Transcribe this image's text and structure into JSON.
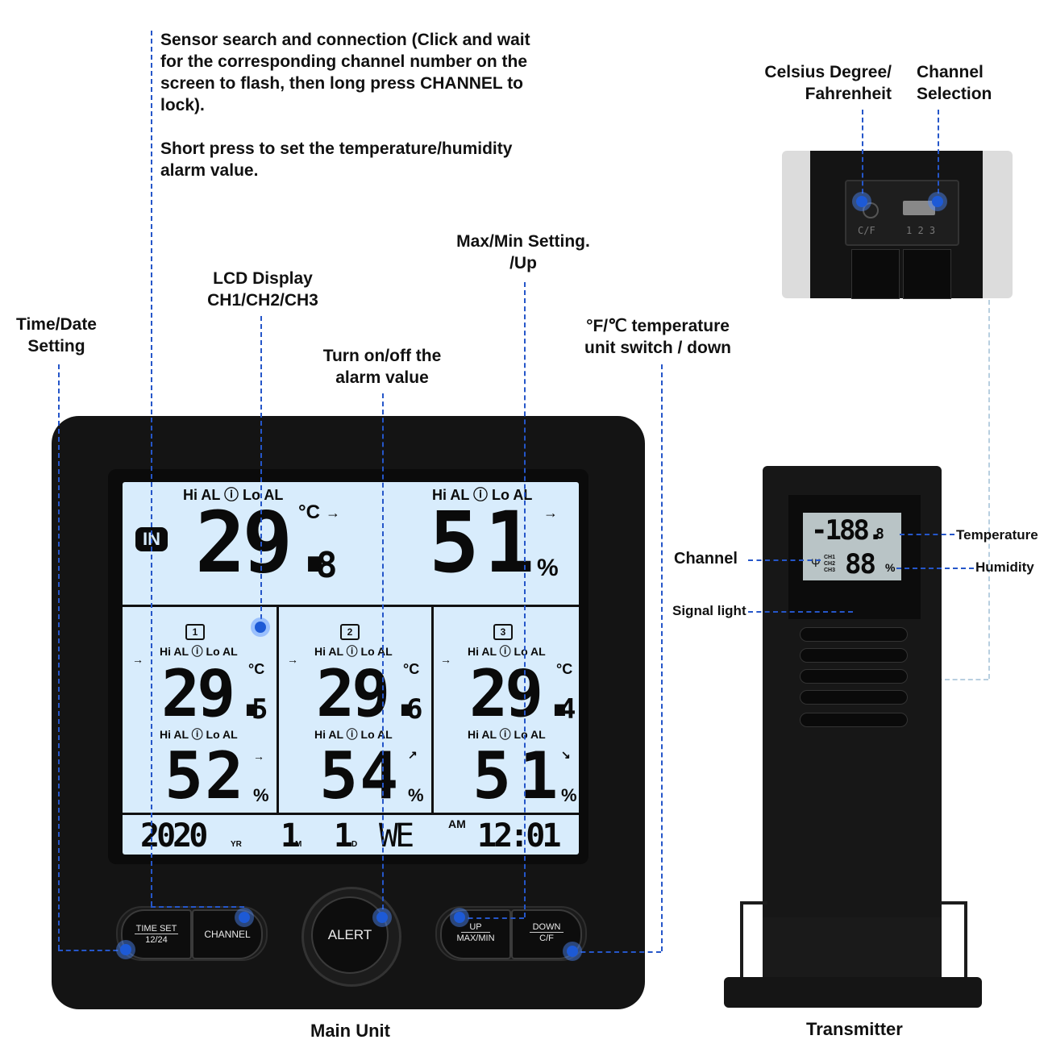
{
  "callouts": {
    "sensor_search_1": "Sensor search and connection (Click and wait",
    "sensor_search_2": "for the corresponding channel number on the",
    "sensor_search_3": "screen to flash, then long press CHANNEL to",
    "sensor_search_4": "lock).",
    "short_press_1": "Short press to set the temperature/humidity",
    "short_press_2": "alarm value.",
    "time_date_1": "Time/Date",
    "time_date_2": "Setting",
    "lcd_display_1": "LCD Display",
    "lcd_display_2": "CH1/CH2/CH3",
    "alarm_1": "Turn on/off the",
    "alarm_2": "alarm value",
    "maxmin_1": "Max/Min Setting.",
    "maxmin_2": "/Up",
    "unit_switch_1": "°F/℃ temperature",
    "unit_switch_2": "unit switch / down",
    "celsius_1": "Celsius Degree/",
    "celsius_2": "Fahrenheit",
    "channel_sel_1": "Channel",
    "channel_sel_2": "Selection",
    "tx_channel": "Channel",
    "tx_signal": "Signal light",
    "tx_temperature": "Temperature",
    "tx_humidity": "Humidity"
  },
  "captions": {
    "main_unit": "Main Unit",
    "transmitter": "Transmitter"
  },
  "lcd": {
    "alarm_label": "Hi AL ⓘ Lo AL",
    "indoor_badge": "IN",
    "indoor_temp": "29.",
    "indoor_temp_dec": "8",
    "indoor_temp_unit": "°C",
    "indoor_hum": "51",
    "hum_unit": "%",
    "channels": [
      {
        "num": "1",
        "temp": "29.",
        "temp_dec": "5",
        "hum": "52"
      },
      {
        "num": "2",
        "temp": "29.",
        "temp_dec": "6",
        "hum": "54"
      },
      {
        "num": "3",
        "temp": "29.",
        "temp_dec": "4",
        "hum": "51"
      }
    ],
    "year": "2020",
    "year_unit": "YR",
    "month": "1",
    "month_unit": "M",
    "day": "1",
    "day_unit": "D",
    "weekday": "WE",
    "ampm": "AM",
    "time": "12:01"
  },
  "buttons": {
    "time_set": "TIME SET",
    "time_set_sub": "12/24",
    "channel": "CHANNEL",
    "alert": "ALERT",
    "up": "UP",
    "up_sub": "MAX/MIN",
    "down": "DOWN",
    "down_sub": "C/F"
  },
  "transmitter": {
    "temp": "-188.",
    "temp_dec": "8",
    "hum": "88",
    "ch_labels": [
      "CH1",
      "CH2",
      "CH3"
    ],
    "inset_cf": "C/F",
    "inset_channels": "1 2 3"
  }
}
